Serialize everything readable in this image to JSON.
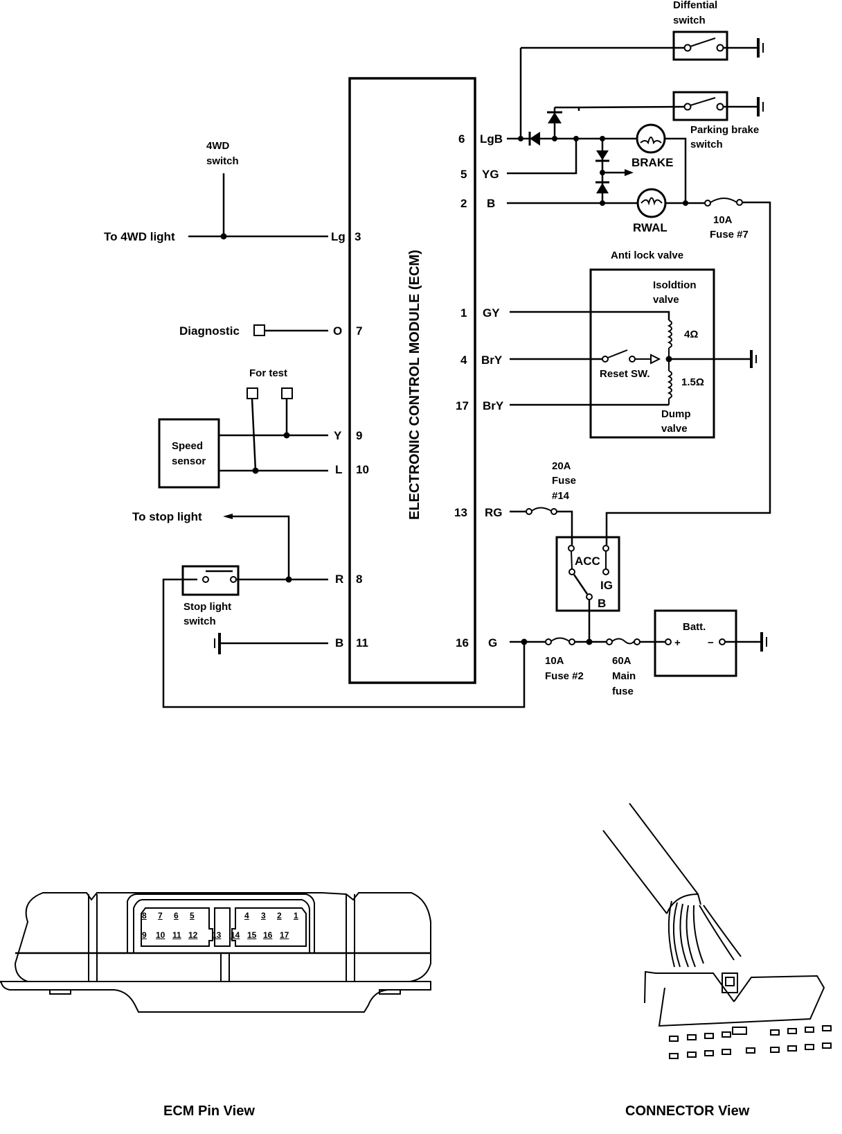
{
  "ecm": {
    "title": "ELECTRONIC CONTROL MODULE (ECM)",
    "left_pins": [
      {
        "num": "3",
        "wire": "Lg"
      },
      {
        "num": "7",
        "wire": "O"
      },
      {
        "num": "9",
        "wire": "Y"
      },
      {
        "num": "10",
        "wire": "L"
      },
      {
        "num": "8",
        "wire": "R"
      },
      {
        "num": "11",
        "wire": "B"
      }
    ],
    "right_pins": [
      {
        "num": "6",
        "wire": "LgB"
      },
      {
        "num": "5",
        "wire": "YG"
      },
      {
        "num": "2",
        "wire": "B"
      },
      {
        "num": "1",
        "wire": "GY"
      },
      {
        "num": "4",
        "wire": "BrY"
      },
      {
        "num": "17",
        "wire": "BrY"
      },
      {
        "num": "13",
        "wire": "RG"
      },
      {
        "num": "16",
        "wire": "G"
      }
    ]
  },
  "labels": {
    "differential_switch_1": "Diffential",
    "differential_switch_2": "switch",
    "parking_brake_1": "Parking brake",
    "parking_brake_2": "switch",
    "brake_lamp": "BRAKE",
    "rwal_lamp": "RWAL",
    "fuse7_1": "10A",
    "fuse7_2": "Fuse #7",
    "antilock_valve": "Anti lock valve",
    "isolation_1": "Isoldtion",
    "isolation_2": "valve",
    "ohm_4": "4Ω",
    "ohm_15": "1.5Ω",
    "reset_sw": "Reset SW.",
    "dump_1": "Dump",
    "dump_2": "valve",
    "fuse14_1": "20A",
    "fuse14_2": "Fuse",
    "fuse14_3": "#14",
    "ign_acc": "ACC",
    "ign_ig": "IG",
    "ign_b": "B",
    "batt": "Batt.",
    "batt_plus": "+",
    "batt_minus": "−",
    "fuse2_1": "10A",
    "fuse2_2": "Fuse #2",
    "main_fuse_1": "60A",
    "main_fuse_2": "Main",
    "main_fuse_3": "fuse",
    "wd_switch_1": "4WD",
    "wd_switch_2": "switch",
    "to_4wd_light": "To 4WD light",
    "diagnostic": "Diagnostic",
    "for_test": "For test",
    "speed_sensor_1": "Speed",
    "speed_sensor_2": "sensor",
    "to_stop_light": "To stop light",
    "stop_switch_1": "Stop light",
    "stop_switch_2": "switch"
  },
  "pin_view": {
    "caption": "ECM Pin View",
    "top_row": [
      "8",
      "7",
      "6",
      "5",
      "4",
      "3",
      "2",
      "1"
    ],
    "bottom_row": [
      "9",
      "10",
      "11",
      "12",
      "13",
      "14",
      "15",
      "16",
      "17"
    ]
  },
  "connector_view": {
    "caption": "CONNECTOR View"
  }
}
